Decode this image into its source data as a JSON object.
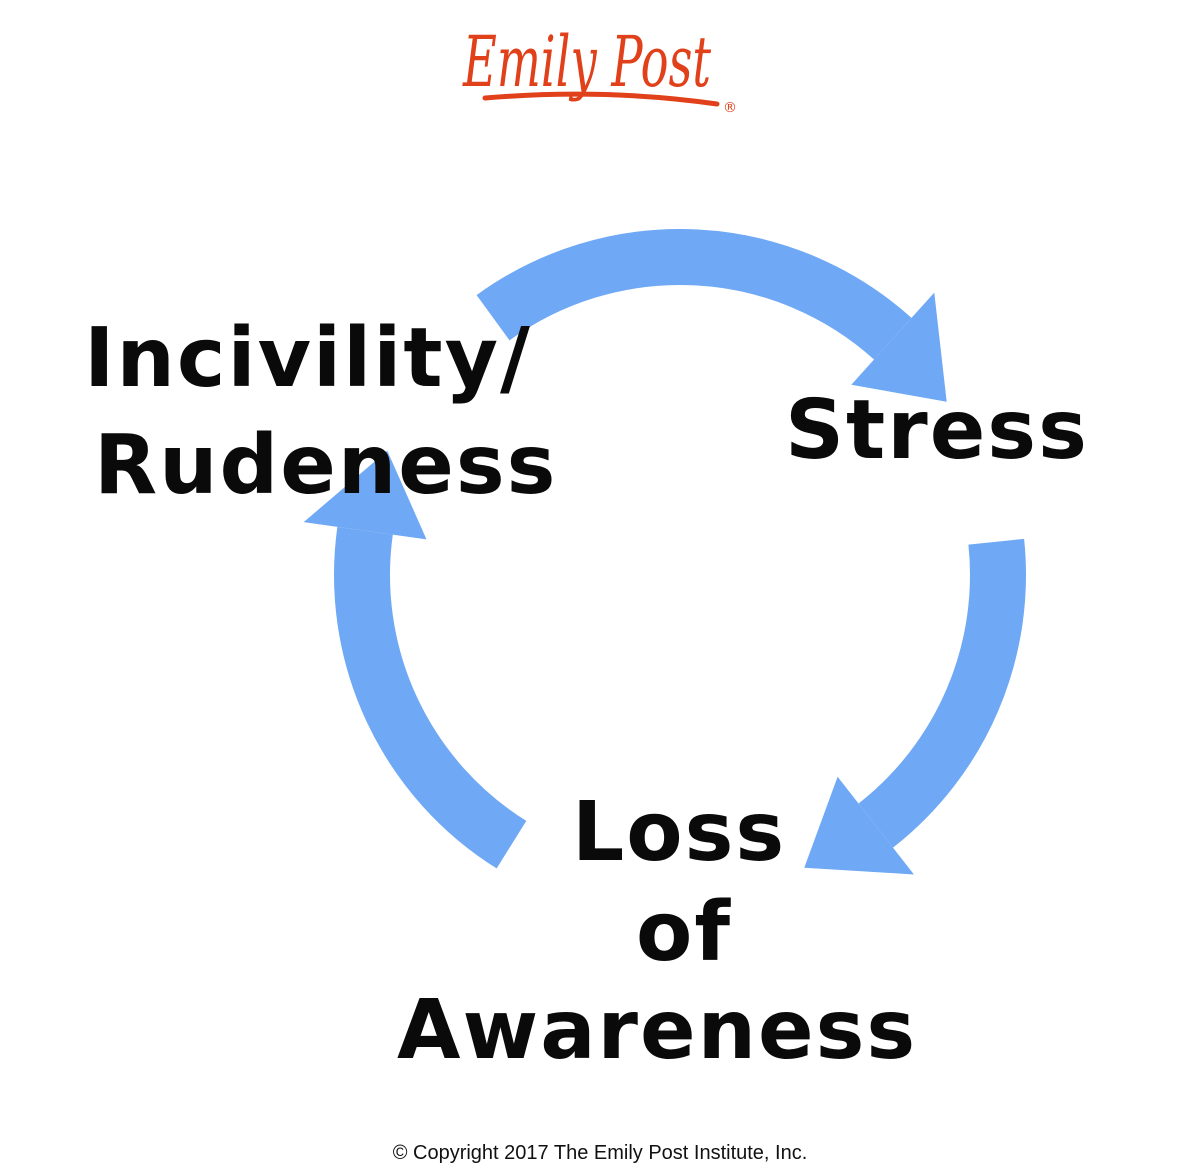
{
  "logo": {
    "text": "Emily Post",
    "registered": "®",
    "color": "#e0401a"
  },
  "nodes": {
    "incivility_line1": "Incivility/",
    "incivility_line2": "Rudeness",
    "stress": "Stress",
    "loss_line1": "Loss",
    "loss_line2": "of",
    "loss_line3": "Awareness"
  },
  "arrow_color": "#6fa8f5",
  "copyright": "© Copyright 2017 The Emily Post Institute, Inc."
}
